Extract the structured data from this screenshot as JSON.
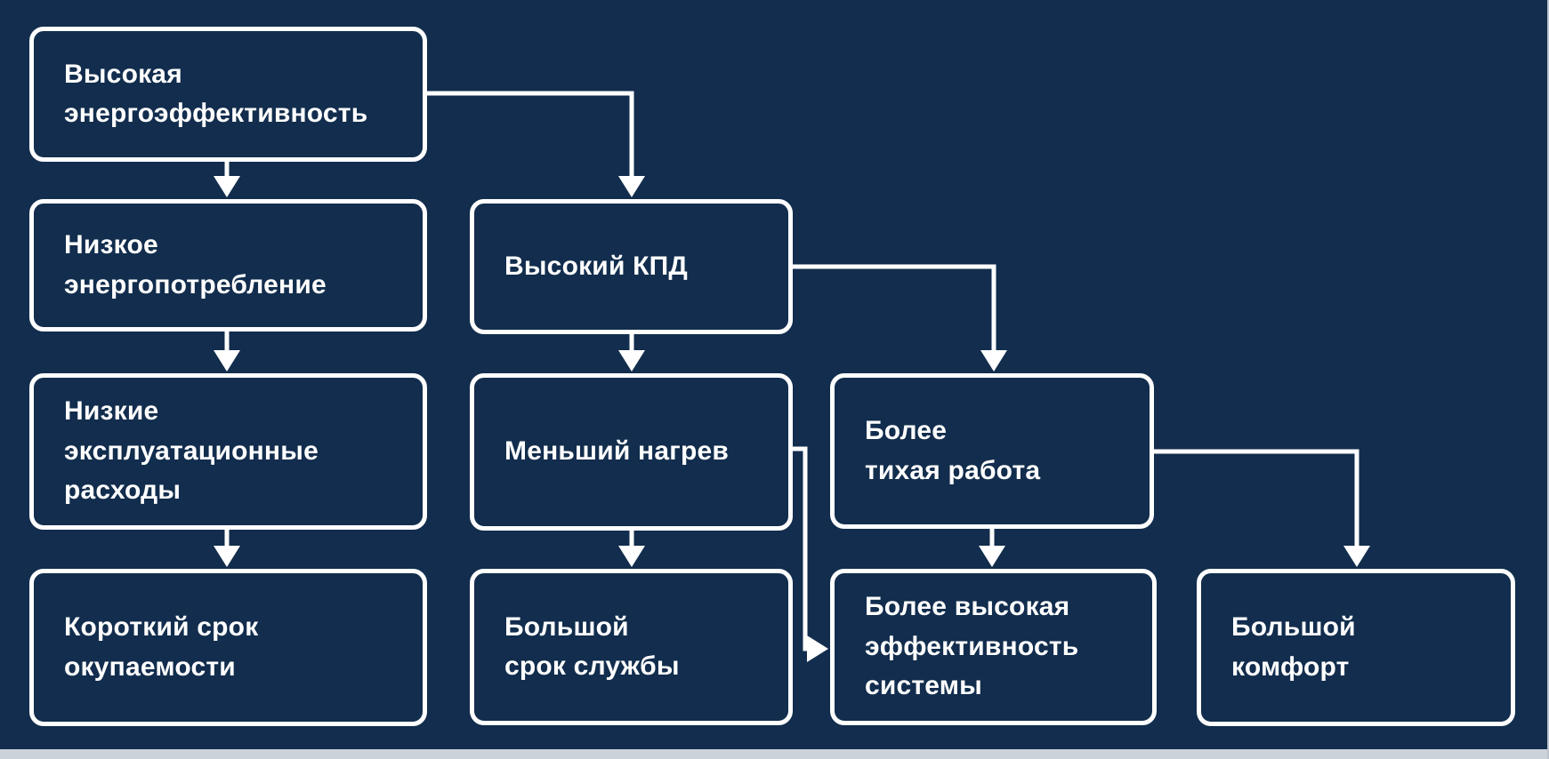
{
  "canvas": {
    "background_color": "#122d4d",
    "node_fill_color": "#122d4d",
    "node_border_color": "#ffffff",
    "text_color": "#ffffff",
    "arrow_color": "#ffffff",
    "edge_strip_color": "#ccd2da"
  },
  "diagram": {
    "nodes": [
      {
        "id": "n1",
        "label": "Высокая\nэнергоэффективность"
      },
      {
        "id": "n2",
        "label": "Низкое\nэнергопотребление"
      },
      {
        "id": "n3",
        "label": "Низкие\nэксплуатационные\nрасходы"
      },
      {
        "id": "n4",
        "label": "Короткий срок\nокупаемости"
      },
      {
        "id": "n5",
        "label": "Высокий КПД"
      },
      {
        "id": "n6",
        "label": "Меньший нагрев"
      },
      {
        "id": "n7",
        "label": "Более\nтихая работа"
      },
      {
        "id": "n8",
        "label": "Большой\nсрок службы"
      },
      {
        "id": "n9",
        "label": "Более высокая\nэффективность\nсистемы"
      },
      {
        "id": "n10",
        "label": "Большой\nкомфорт"
      }
    ],
    "edges": [
      {
        "from": "Высокая энергоэффективность",
        "to": "Низкое энергопотребление"
      },
      {
        "from": "Высокая энергоэффективность",
        "to": "Высокий КПД"
      },
      {
        "from": "Низкое энергопотребление",
        "to": "Низкие эксплуатационные расходы"
      },
      {
        "from": "Низкие эксплуатационные расходы",
        "to": "Короткий срок окупаемости"
      },
      {
        "from": "Высокий КПД",
        "to": "Меньший нагрев"
      },
      {
        "from": "Высокий КПД",
        "to": "Более тихая работа"
      },
      {
        "from": "Меньший нагрев",
        "to": "Большой срок службы"
      },
      {
        "from": "Меньший нагрев",
        "to": "Более высокая эффективность системы"
      },
      {
        "from": "Более тихая работа",
        "to": "Более высокая эффективность системы"
      },
      {
        "from": "Более тихая работа",
        "to": "Большой комфорт"
      }
    ]
  }
}
